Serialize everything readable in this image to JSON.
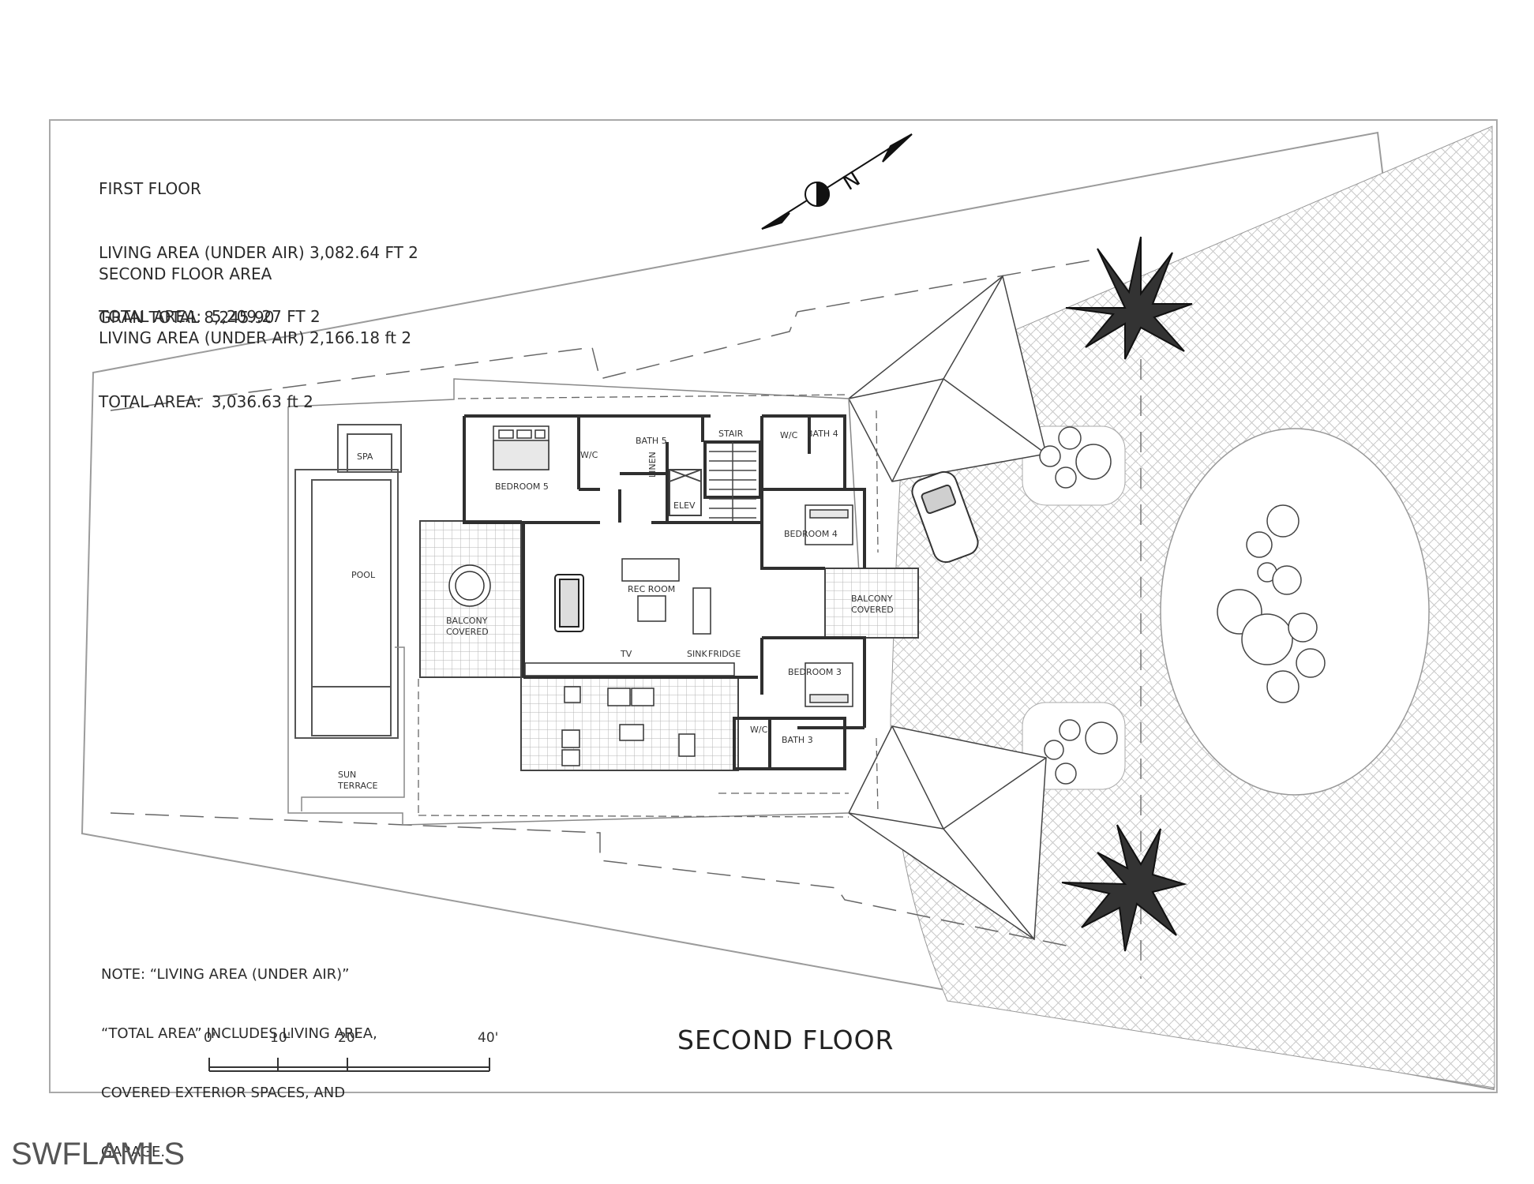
{
  "areas": {
    "first_floor_heading": "FIRST FLOOR",
    "first_living": "LIVING AREA (UNDER AIR) 3,082.64 FT 2",
    "first_total": "TOTAL AREA:  5,209.27 FT 2",
    "second_floor_heading": "SECOND FLOOR AREA",
    "second_living": "LIVING AREA (UNDER AIR) 2,166.18 ft 2",
    "second_total": "TOTAL AREA:  3,036.63 ft 2",
    "gran_total": "GRAN TOTAL 8,245.90"
  },
  "north_arrow": {
    "label": "N"
  },
  "rooms": {
    "bedroom5": "BEDROOM 5",
    "wc_a": "W/C",
    "bath5": "BATH 5",
    "linen": "LINEN",
    "elev": "ELEV",
    "stair": "STAIR",
    "wc_b": "W/C",
    "bath4": "BATH 4",
    "bedroom4": "BEDROOM 4",
    "rec_room": "REC ROOM",
    "balcony_left_1": "BALCONY",
    "balcony_left_2": "COVERED",
    "balcony_right_1": "BALCONY",
    "balcony_right_2": "COVERED",
    "tv": "TV",
    "sink": "SINK",
    "fridge": "FRIDGE",
    "bedroom3": "BEDROOM 3",
    "wc_c": "W/C",
    "bath3": "BATH 3",
    "pool": "POOL",
    "spa": "SPA",
    "sun_1": "SUN",
    "sun_2": "TERRACE"
  },
  "note": {
    "line1": "NOTE: “LIVING AREA (UNDER AIR)”",
    "line2": "“TOTAL AREA” INCLUDES LIVING AREA,",
    "line3": "COVERED EXTERIOR SPACES, AND",
    "line4": "GARAGE."
  },
  "scale": {
    "t0": "0'",
    "t10": "10'",
    "t20": "20'",
    "t40": "40'"
  },
  "drawing_title": "SECOND FLOOR",
  "watermark": "SWFLAMLS"
}
